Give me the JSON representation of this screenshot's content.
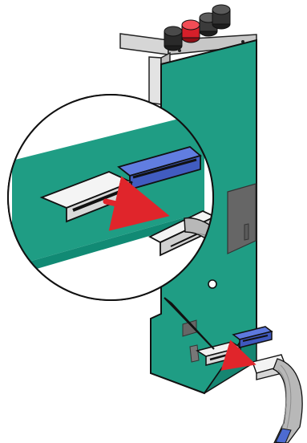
{
  "diagram": {
    "elements": {
      "board": "circuit-board",
      "bracket": "mounting-bracket",
      "jacks": [
        "black-jack",
        "red-jack",
        "black-jack",
        "black-jack"
      ],
      "magnifier": "zoom-callout",
      "connectors": [
        "white-socket",
        "blue-connector",
        "ribbon-cable-plug"
      ],
      "arrows": [
        "disconnect-arrow-zoom",
        "disconnect-arrow-board"
      ]
    },
    "colors": {
      "board": "#1f9d84",
      "board_dark": "#0e6f5d",
      "bracket": "#c7c7c7",
      "red_jack": "#d61f2a",
      "black_jack": "#2a2a2a",
      "blue_connector": "#4b63c8",
      "socket": "#e9e9e9",
      "arrow": "#e0252b",
      "cable": "#b8b8b8",
      "cable_end": "#4d6bd1"
    }
  }
}
